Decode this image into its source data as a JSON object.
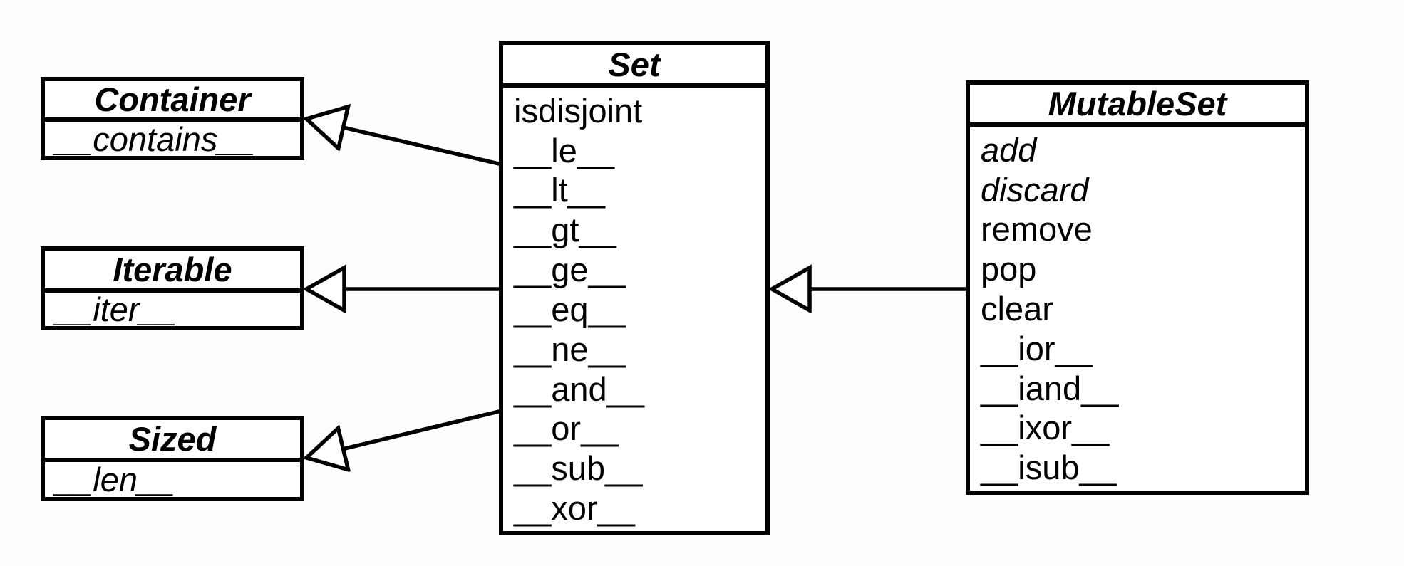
{
  "diagram": {
    "type": "uml-class-diagram",
    "background_color": "#ffffff",
    "line_color": "#000000",
    "classes": {
      "container": {
        "title": "Container",
        "members": [
          "__contains__"
        ]
      },
      "iterable": {
        "title": "Iterable",
        "members": [
          "__iter__"
        ]
      },
      "sized": {
        "title": "Sized",
        "members": [
          "__len__"
        ]
      },
      "set": {
        "title": "Set",
        "members": [
          "isdisjoint",
          "__le__",
          "__lt__",
          "__gt__",
          "__ge__",
          "__eq__",
          "__ne__",
          "__and__",
          "__or__",
          "__sub__",
          "__xor__"
        ]
      },
      "mutableset": {
        "title": "MutableSet",
        "members": [
          "add",
          "discard",
          "remove",
          "pop",
          "clear",
          "__ior__",
          "__iand__",
          "__ixor__",
          "__isub__"
        ]
      }
    },
    "relations": [
      {
        "from": "Set",
        "to": "Container",
        "type": "inheritance"
      },
      {
        "from": "Set",
        "to": "Iterable",
        "type": "inheritance"
      },
      {
        "from": "Set",
        "to": "Sized",
        "type": "inheritance"
      },
      {
        "from": "MutableSet",
        "to": "Set",
        "type": "inheritance"
      }
    ]
  }
}
